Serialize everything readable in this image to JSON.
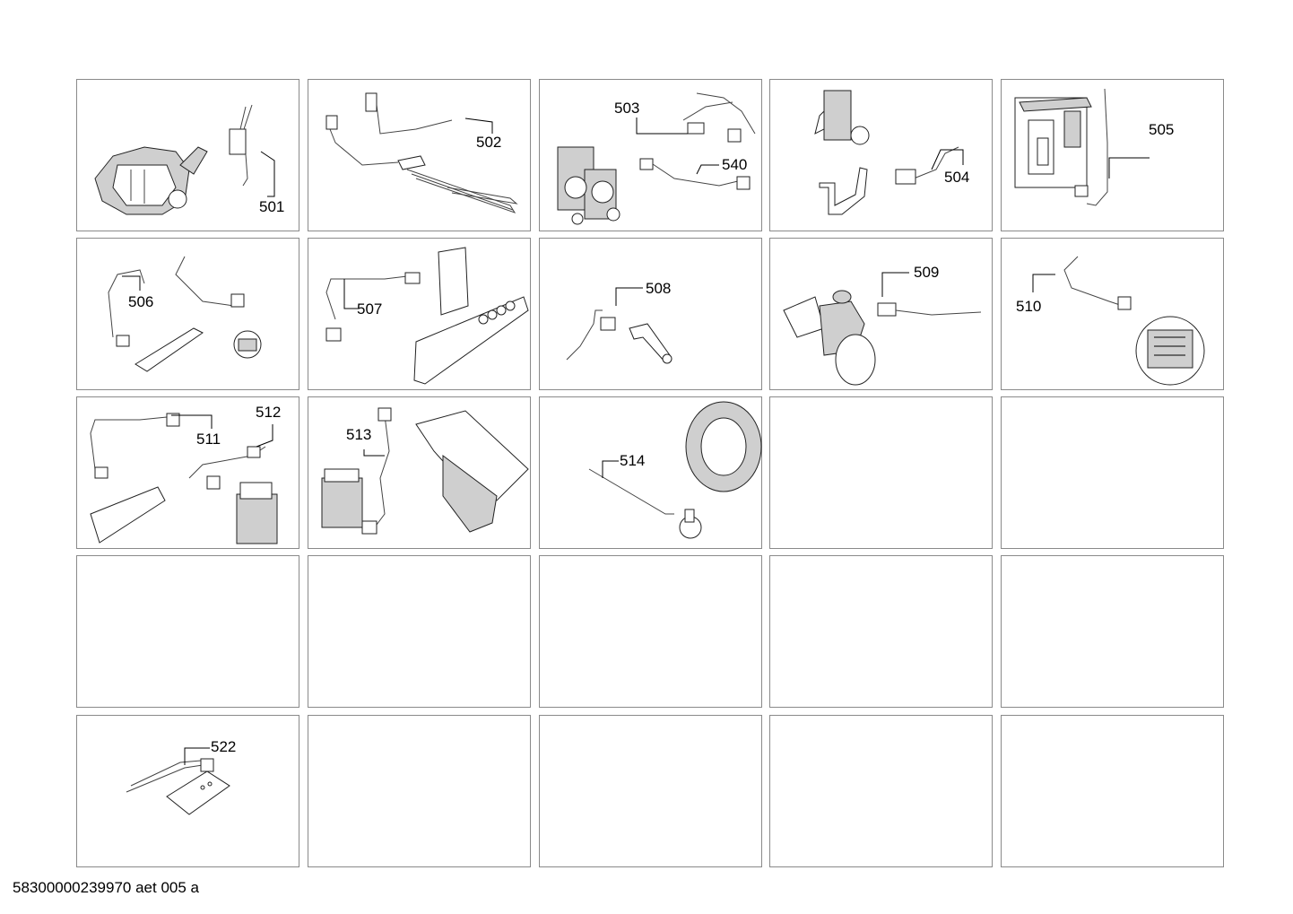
{
  "document_id": "58300000239970 aet 005 a",
  "grid": {
    "rows": 5,
    "cols": 5,
    "cells": [
      {
        "row": 0,
        "col": 0,
        "label": "501",
        "part": "motor"
      },
      {
        "row": 0,
        "col": 1,
        "label": "502",
        "part": "heater"
      },
      {
        "row": 0,
        "col": 2,
        "label": "503",
        "part": "valve-double",
        "label2": "540"
      },
      {
        "row": 0,
        "col": 3,
        "label": "504",
        "part": "valve-single"
      },
      {
        "row": 0,
        "col": 4,
        "label": "505",
        "part": "module-box"
      },
      {
        "row": 1,
        "col": 0,
        "label": "506",
        "part": "pressure-sensor"
      },
      {
        "row": 1,
        "col": 1,
        "label": "507",
        "part": "control-board"
      },
      {
        "row": 1,
        "col": 2,
        "label": "508",
        "part": "ntc-sensor"
      },
      {
        "row": 1,
        "col": 3,
        "label": "509",
        "part": "drain-pump"
      },
      {
        "row": 1,
        "col": 4,
        "label": "510",
        "part": "connector-detail"
      },
      {
        "row": 2,
        "col": 0,
        "label": "511",
        "part": "boards-pair",
        "label2": "512"
      },
      {
        "row": 2,
        "col": 1,
        "label": "513",
        "part": "dispenser"
      },
      {
        "row": 2,
        "col": 2,
        "label": "514",
        "part": "tub-flange"
      },
      {
        "row": 2,
        "col": 3,
        "label": "",
        "part": "empty"
      },
      {
        "row": 2,
        "col": 4,
        "label": "",
        "part": "empty"
      },
      {
        "row": 3,
        "col": 0,
        "label": "",
        "part": "empty"
      },
      {
        "row": 3,
        "col": 1,
        "label": "",
        "part": "empty"
      },
      {
        "row": 3,
        "col": 2,
        "label": "",
        "part": "empty"
      },
      {
        "row": 3,
        "col": 3,
        "label": "",
        "part": "empty"
      },
      {
        "row": 3,
        "col": 4,
        "label": "",
        "part": "empty"
      },
      {
        "row": 4,
        "col": 0,
        "label": "522",
        "part": "small-board"
      },
      {
        "row": 4,
        "col": 1,
        "label": "",
        "part": "empty"
      },
      {
        "row": 4,
        "col": 2,
        "label": "",
        "part": "empty"
      },
      {
        "row": 4,
        "col": 3,
        "label": "",
        "part": "empty"
      },
      {
        "row": 4,
        "col": 4,
        "label": "",
        "part": "empty"
      }
    ]
  }
}
